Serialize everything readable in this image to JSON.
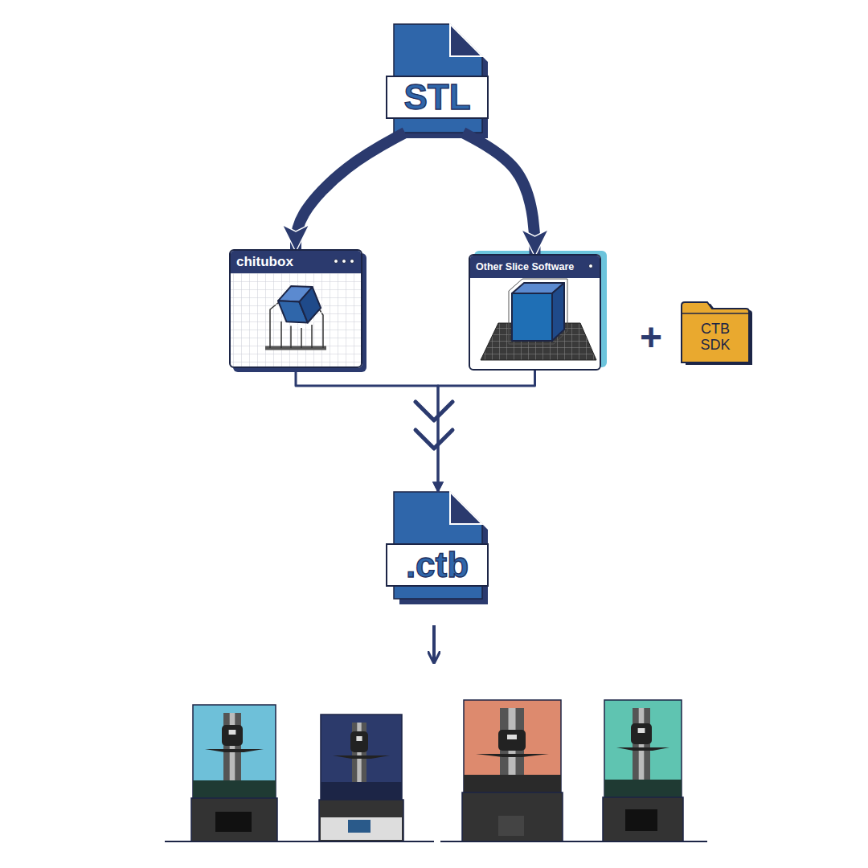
{
  "diagram": {
    "nodes": [
      {
        "text": [
          "STL"
        ]
      },
      {
        "text": [
          "chitubox"
        ]
      },
      {
        "text": [
          "Other Slice Software"
        ]
      },
      {
        "text": [
          "CTB SDK"
        ]
      },
      {
        "text": [
          ".ctb"
        ]
      }
    ],
    "edges": [
      {
        "from": 0,
        "to": 1,
        "arrow": "to"
      },
      {
        "from": 0,
        "to": 2,
        "arrow": "to"
      },
      {
        "from": 1,
        "to": 4,
        "arrow": "to"
      },
      {
        "from": 2,
        "to": 4,
        "arrow": "to"
      }
    ],
    "labels": [
      "+"
    ]
  }
}
